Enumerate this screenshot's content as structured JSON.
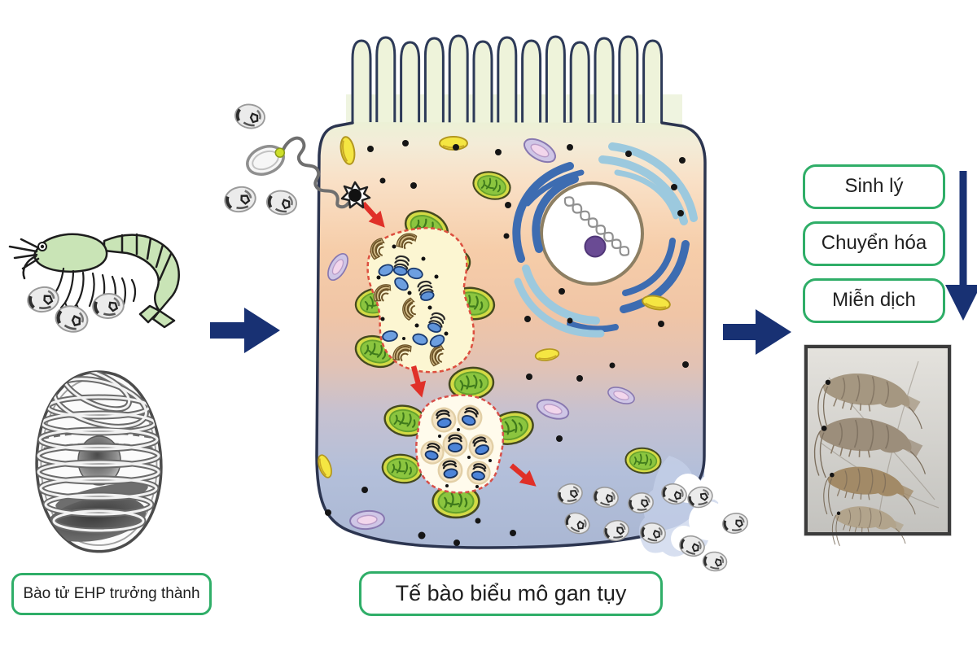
{
  "labels": {
    "mature_spore": "Bào tử EHP trưởng thành",
    "host_cell": "Tế bào biểu mô gan tụy"
  },
  "effect_boxes": [
    {
      "label": "Sinh lý"
    },
    {
      "label": "Chuyển hóa"
    },
    {
      "label": "Miễn dịch"
    }
  ],
  "colors": {
    "label_border_green": "#2fae68",
    "flow_arrow_navy": "#183173",
    "process_arrow_red": "#e03028",
    "cell_outline": "#2c3550",
    "mitochondrion_green": "#8bc53f",
    "er_dark_blue": "#3d6cb1",
    "er_light_blue": "#9cc9de",
    "nucleolus_purple": "#6a4b94"
  }
}
